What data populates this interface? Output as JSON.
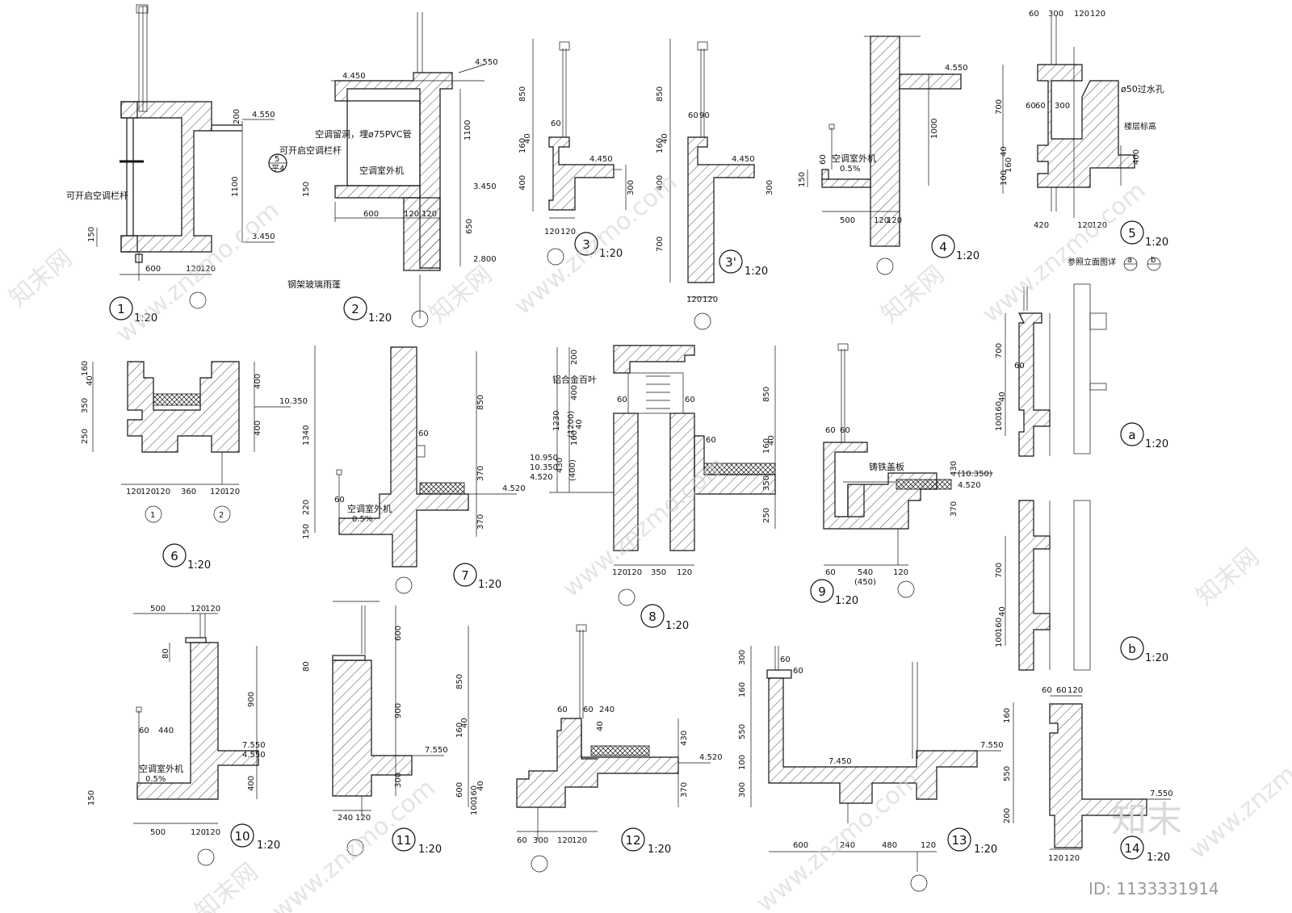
{
  "details": [
    {
      "ref": "1",
      "scale": "1:20",
      "notes": [
        "可开启空调栏杆"
      ],
      "elevations": [
        "4.550",
        "3.450"
      ],
      "dims": [
        "200",
        "1100",
        "150",
        "600",
        "120",
        "120"
      ]
    },
    {
      "ref": "2",
      "scale": "1:20",
      "notes": [
        "空调留洞，埋ø75PVC管",
        "可开启空调栏杆",
        "空调室外机",
        "钢架玻璃雨蓬"
      ],
      "elevations": [
        "4.450",
        "4.550",
        "3.450",
        "2.800"
      ],
      "dims": [
        "1100",
        "650",
        "150",
        "600",
        "120",
        "120"
      ],
      "section_mark": {
        "num": "5",
        "sheet": "平4"
      }
    },
    {
      "ref": "3",
      "scale": "1:20",
      "elevations": [
        "4.450"
      ],
      "dims": [
        "850",
        "160",
        "40",
        "400",
        "300",
        "60",
        "120",
        "120"
      ]
    },
    {
      "ref": "3'",
      "scale": "1:20",
      "elevations": [
        "4.450"
      ],
      "dims": [
        "850",
        "160",
        "40",
        "400",
        "300",
        "700",
        "60",
        "90",
        "120",
        "120"
      ]
    },
    {
      "ref": "4",
      "scale": "1:20",
      "notes": [
        "空调室外机",
        "0.5%"
      ],
      "elevations": [
        "4.550"
      ],
      "dims": [
        "1000",
        "150",
        "60",
        "500",
        "120",
        "120"
      ]
    },
    {
      "ref": "5",
      "scale": "1:20",
      "notes": [
        "ø50过水孔",
        "楼层标高",
        "参照立面图详"
      ],
      "dims": [
        "60",
        "300",
        "120",
        "120",
        "700",
        "60",
        "60",
        "300",
        "40",
        "100",
        "160",
        "400",
        "420",
        "120",
        "120"
      ],
      "elevation_refs": [
        "a",
        "b"
      ]
    },
    {
      "ref": "6",
      "scale": "1:20",
      "elevations": [
        "10.350"
      ],
      "dims": [
        "160",
        "40",
        "350",
        "250",
        "400",
        "400",
        "120",
        "120",
        "120",
        "360",
        "120",
        "120"
      ],
      "axes": [
        "1",
        "2"
      ]
    },
    {
      "ref": "7",
      "scale": "1:20",
      "notes": [
        "空调室外机",
        "0.5%"
      ],
      "elevations": [
        "4.520"
      ],
      "dims": [
        "1340",
        "220",
        "150",
        "850",
        "370",
        "370",
        "60",
        "60"
      ]
    },
    {
      "ref": "8",
      "scale": "1:20",
      "notes": [
        "铝合金百叶"
      ],
      "elevations": [
        "10.950",
        "10.350",
        "4.520"
      ],
      "dims": [
        "200",
        "400",
        "1230",
        "(1200)",
        "160",
        "40",
        "430",
        "(400)",
        "60",
        "60",
        "60",
        "120",
        "120",
        "350",
        "120"
      ]
    },
    {
      "ref": "9",
      "scale": "1:20",
      "notes": [
        "铸铁盖板"
      ],
      "elevations": [
        "(10.350)",
        "4.520"
      ],
      "dims": [
        "850",
        "160",
        "40",
        "350",
        "250",
        "60",
        "60",
        "430",
        "370",
        "60",
        "540",
        "(450)",
        "120"
      ]
    },
    {
      "ref": "a",
      "scale": "1:20",
      "dims": [
        "700",
        "60",
        "40",
        "160",
        "100"
      ]
    },
    {
      "ref": "b",
      "scale": "1:20",
      "dims": [
        "700",
        "40",
        "160",
        "100"
      ]
    },
    {
      "ref": "10",
      "scale": "1:20",
      "notes": [
        "空调室外机",
        "0.5%"
      ],
      "elevations": [
        "7.550",
        "4.550"
      ],
      "dims": [
        "500",
        "120",
        "120",
        "80",
        "900",
        "60",
        "440",
        "400",
        "150",
        "500",
        "120",
        "120"
      ]
    },
    {
      "ref": "11",
      "scale": "1:20",
      "elevations": [
        "7.550"
      ],
      "dims": [
        "600",
        "80",
        "900",
        "300",
        "240",
        "120"
      ]
    },
    {
      "ref": "12",
      "scale": "1:20",
      "elevations": [
        "4.520"
      ],
      "dims": [
        "850",
        "160",
        "40",
        "600",
        "100",
        "160",
        "40",
        "60",
        "60",
        "240",
        "40",
        "430",
        "370",
        "60",
        "300",
        "120",
        "120"
      ]
    },
    {
      "ref": "13",
      "scale": "1:20",
      "elevations": [
        "7.450",
        "7.550"
      ],
      "dims": [
        "300",
        "160",
        "550",
        "100",
        "300",
        "60",
        "60",
        "600",
        "240",
        "480",
        "120"
      ]
    },
    {
      "ref": "14",
      "scale": "1:20",
      "elevations": [
        "7.550"
      ],
      "dims": [
        "60",
        "60",
        "120",
        "160",
        "550",
        "200",
        "120",
        "120"
      ]
    }
  ],
  "watermark": {
    "site": "www.znzmo.com",
    "brand_cn": "知末",
    "net_cn": "知末网"
  },
  "id_text": "ID: 1133331914"
}
